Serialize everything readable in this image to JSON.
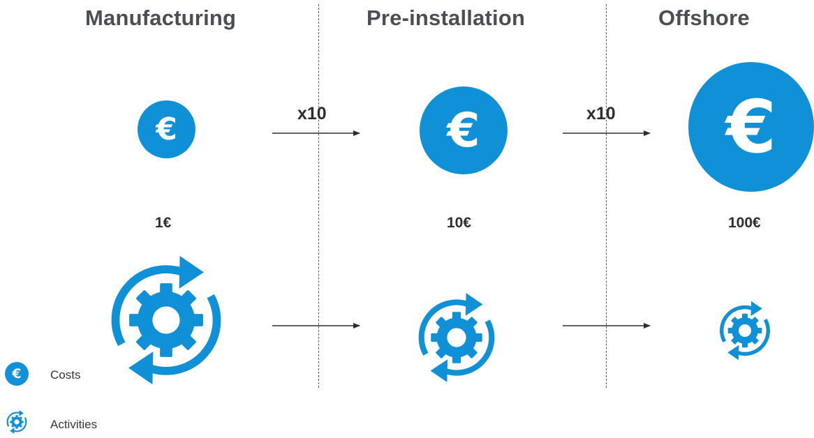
{
  "stages": [
    {
      "title": "Manufacturing",
      "cost": "1€"
    },
    {
      "title": "Pre-installation",
      "cost": "10€"
    },
    {
      "title": "Offshore",
      "cost": "100€"
    }
  ],
  "transitions": [
    {
      "factor": "x10"
    },
    {
      "factor": "x10"
    }
  ],
  "coin_symbol": "€",
  "legend": {
    "costs": "Costs",
    "activities": "Activities"
  },
  "icons": {
    "cost": "euro-coin-icon",
    "activity": "gear-cycle-icon"
  },
  "colors": {
    "accent": "#0f90d7",
    "title": "#4a4e55",
    "text": "#2b2e33"
  }
}
